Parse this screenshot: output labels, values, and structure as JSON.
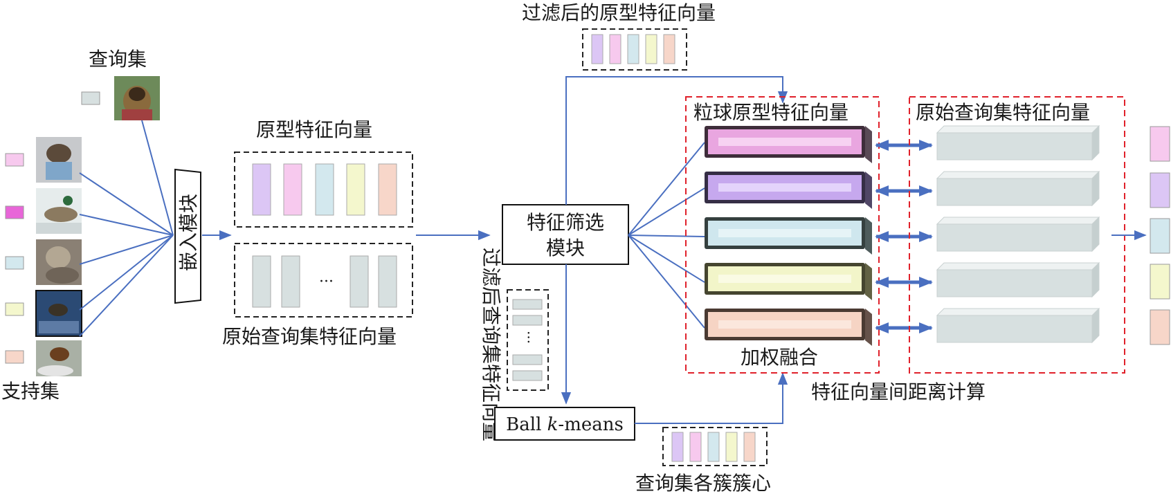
{
  "labels": {
    "query_set": "查询集",
    "support_set": "支持集",
    "embed_module": "嵌入模块",
    "prototype_vectors": "原型特征向量",
    "raw_query_vectors": "原始查询集特征向量",
    "ellipsis": "···",
    "filtered_prototypes": "过滤后的原型特征向量",
    "feature_filter_line1": "特征筛选",
    "feature_filter_line2": "模块",
    "filtered_query_vectors": "过滤后查询集特征向量",
    "ball_kmeans_prefix": "Ball ",
    "ball_kmeans_k": "k",
    "ball_kmeans_suffix": "-means",
    "cluster_centers": "查询集各簇簇心",
    "granular_ball_prototypes": "粒球原型特征向量",
    "raw_query_vectors_right": "原始查询集特征向量",
    "weighted_fusion": "加权融合",
    "distance_calc": "特征向量间距离计算"
  },
  "colors": {
    "class_colors": [
      "#e9a6e0",
      "#c6a8ee",
      "#cfe7ee",
      "#f2f5c9",
      "#f6d4c4"
    ],
    "support_swatches": [
      "#f7c9ee",
      "#e866d8",
      "#d3e8ee",
      "#f4f7cd",
      "#f7d6c9"
    ],
    "query_grey": "#d7e0e0",
    "arrow_blue": "#4a6fc0",
    "red_dash": "#e0202a"
  },
  "icons": {
    "query_image": "yorkie-dog-photo",
    "support_images": [
      "teddy-dog-photo",
      "duck-photo",
      "cat-photo",
      "duck-in-water-photo",
      "bird-on-rock-photo"
    ]
  }
}
